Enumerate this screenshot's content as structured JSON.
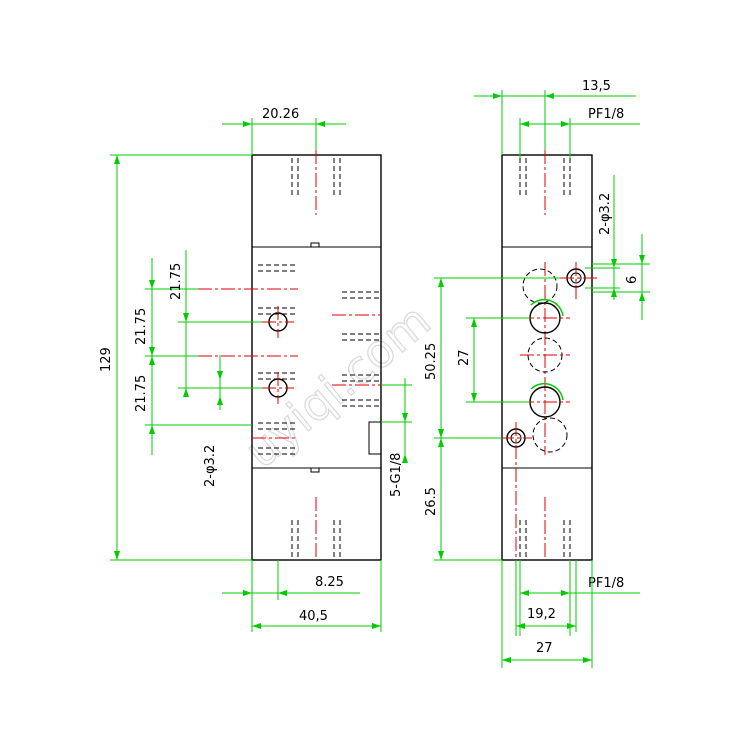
{
  "front_view": {
    "dim_top_width": "20.26",
    "dim_total_height": "129",
    "dim_spacing_upper": "21.75",
    "dim_spacing_mid": "21.75",
    "dim_spacing_lower": "21.75",
    "dim_mount_holes": "2-φ3.2",
    "dim_port_label": "5-G1/8",
    "dim_bottom_offset": "8.25",
    "dim_bottom_width": "40,5"
  },
  "side_view": {
    "dim_top_offset": "13,5",
    "dim_top_port": "PF1/8",
    "dim_mount_holes": "2-φ3.2",
    "dim_hole_size": "6",
    "dim_port_pitch": "27",
    "dim_height_upper": "50.25",
    "dim_height_lower": "26.5",
    "dim_bottom_port": "PF1/8",
    "dim_port_spacing": "19,2",
    "dim_total_width": "27"
  },
  "watermark": "uyiqi.com"
}
